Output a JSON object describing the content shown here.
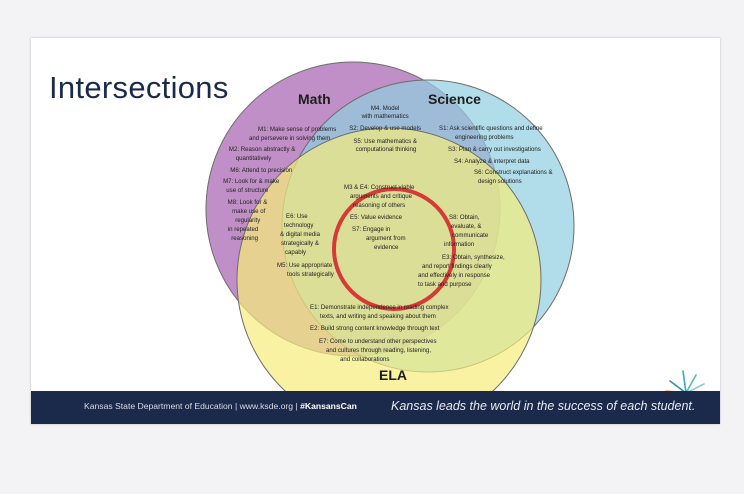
{
  "slide": {
    "title": "Intersections",
    "footer": {
      "org": "Kansas State Department of Education | www.ksde.org | ",
      "hashtag": "#KansansCan",
      "tagline": "Kansas leads the world in the success of each student."
    }
  },
  "colors": {
    "math": "#b67bbd",
    "science": "#8ecfe0",
    "ela": "#f5ec7a",
    "footer": "#1b2a4a",
    "highlight_ring": "#d73a36"
  },
  "diagram": {
    "circles": {
      "math": "Math",
      "science": "Science",
      "ela": "ELA"
    },
    "math_only": [
      "M1: Make sense of problems",
      "and persevere in solving them",
      "M2: Reason abstractly &",
      "quantitatively",
      "M6: Attend to precision",
      "M7: Look for & make",
      "use of structure",
      "M8: Look for &",
      "make use of",
      "regularity",
      "in repeated",
      "reasoning"
    ],
    "math_science": [
      "M4. Model",
      "with mathematics",
      "S2: Develop & use models",
      "S5: Use mathematics &",
      "computational thinking"
    ],
    "science_only": [
      "S1: Ask scientific questions and define",
      "engineering problems",
      "S3: Plan & carry out investigations",
      "S4: Analyze & interpret data",
      "S6: Construct explanations &",
      "design solutions"
    ],
    "center": [
      "M3 & E4: Construct viable",
      "arguments and critique",
      "reasoning of others",
      "E5: Value evidence",
      "S7: Engage in",
      "argument from",
      "evidence"
    ],
    "math_ela": [
      "E6: Use",
      "technology",
      "& digital media",
      "strategically &",
      "capably",
      "M5: Use appropriate",
      "tools strategically"
    ],
    "science_ela": [
      "S8: Obtain,",
      "evaluate, &",
      "communicate",
      "information",
      "E3: Obtain, synthesize,",
      "and report findings clearly",
      "and effectively in response",
      "to task and purpose"
    ],
    "ela_only": [
      "E1: Demonstrate independence in reading complex",
      "texts, and writing and speaking about them",
      "E2: Build strong content knowledge through text",
      "E7: Come to understand other perspectives",
      "and cultures through reading, listening,",
      "and collaborations"
    ]
  }
}
